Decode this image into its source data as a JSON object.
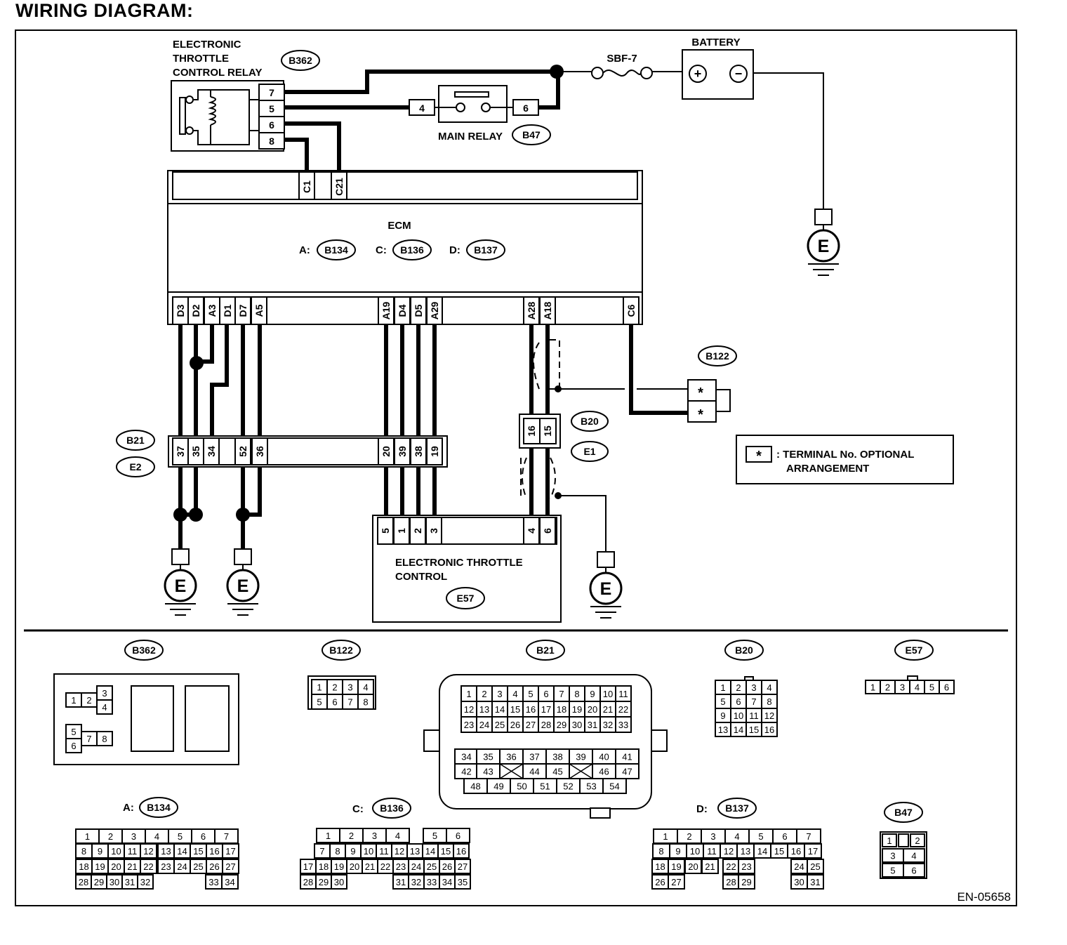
{
  "title": "WIRING DIAGRAM:",
  "footer_code": "EN-05658",
  "relay": {
    "name_lines": [
      "ELECTRONIC",
      "THROTTLE",
      "CONTROL RELAY"
    ],
    "connector": "B362",
    "pins": [
      "7",
      "5",
      "6",
      "8"
    ]
  },
  "main_relay": {
    "name": "MAIN RELAY",
    "connector": "B47",
    "pins": [
      "4",
      "6"
    ]
  },
  "fuse": {
    "name": "SBF-7"
  },
  "battery": {
    "name": "BATTERY",
    "plus": "+",
    "minus": "−"
  },
  "ground_symbol": "E",
  "ecm": {
    "name": "ECM",
    "top_pins": [
      "C1",
      "C21"
    ],
    "connectors": [
      {
        "prefix": "A:",
        "id": "B134"
      },
      {
        "prefix": "C:",
        "id": "B136"
      },
      {
        "prefix": "D:",
        "id": "B137"
      }
    ],
    "bottom_pins_left": [
      "D3",
      "D2",
      "A3",
      "D1",
      "D7",
      "A5"
    ],
    "bottom_pins_mid": [
      "A19",
      "D4",
      "D5",
      "A29"
    ],
    "bottom_pins_right": [
      "A28",
      "A18"
    ],
    "bottom_pin_c6": "C6"
  },
  "b122": {
    "id": "B122",
    "pins": [
      "*",
      "*"
    ]
  },
  "b21_joint": {
    "ids": [
      "B21",
      "E2"
    ],
    "pins_left": [
      "37",
      "35",
      "34",
      "52",
      "36"
    ],
    "pins_right": [
      "20",
      "39",
      "38",
      "19"
    ]
  },
  "b20_joint": {
    "ids": [
      "B20",
      "E1"
    ],
    "pins": [
      "16",
      "15"
    ]
  },
  "etc": {
    "name_lines": [
      "ELECTRONIC THROTTLE",
      "CONTROL"
    ],
    "connector": "E57",
    "pins_left": [
      "5",
      "1",
      "2",
      "3"
    ],
    "pins_right": [
      "4",
      "6"
    ]
  },
  "legend": {
    "symbol": "*",
    "text_lines": [
      ": TERMINAL No. OPTIONAL",
      "ARRANGEMENT"
    ]
  },
  "connector_views": {
    "b362": {
      "id": "B362",
      "cells": [
        "1",
        "2",
        "3",
        "4",
        "5",
        "6",
        "7",
        "8"
      ]
    },
    "b122": {
      "id": "B122",
      "cells": [
        "1",
        "2",
        "3",
        "4",
        "5",
        "6",
        "7",
        "8"
      ]
    },
    "b21": {
      "id": "B21",
      "rows": [
        [
          "1",
          "2",
          "3",
          "4",
          "5",
          "6",
          "7",
          "8",
          "9",
          "10",
          "11"
        ],
        [
          "12",
          "13",
          "14",
          "15",
          "16",
          "17",
          "18",
          "19",
          "20",
          "21",
          "22"
        ],
        [
          "23",
          "24",
          "25",
          "26",
          "27",
          "28",
          "29",
          "30",
          "31",
          "32",
          "33"
        ],
        [
          "34",
          "35",
          "36",
          "37",
          "38",
          "39",
          "40",
          "41"
        ],
        [
          "42",
          "43",
          "",
          "44",
          "45",
          "",
          "46",
          "47"
        ],
        [
          "48",
          "49",
          "50",
          "51",
          "52",
          "53",
          "54"
        ]
      ]
    },
    "b20": {
      "id": "B20",
      "rows": [
        [
          "1",
          "2",
          "3",
          "4"
        ],
        [
          "5",
          "6",
          "7",
          "8"
        ],
        [
          "9",
          "10",
          "11",
          "12"
        ],
        [
          "13",
          "14",
          "15",
          "16"
        ]
      ]
    },
    "e57": {
      "id": "E57",
      "cells": [
        "1",
        "2",
        "3",
        "4",
        "5",
        "6"
      ]
    },
    "b134": {
      "prefix": "A:",
      "id": "B134",
      "rows": [
        [
          "1",
          "2",
          "3",
          "4",
          "5",
          "6",
          "7"
        ],
        [
          "8",
          "9",
          "10",
          "11",
          "12",
          "13",
          "14",
          "15",
          "16",
          "17"
        ],
        [
          "18",
          "19",
          "20",
          "21",
          "22",
          "23",
          "24",
          "25",
          "26",
          "27"
        ],
        [
          "28",
          "29",
          "30",
          "31",
          "32",
          "33",
          "34"
        ]
      ]
    },
    "b136": {
      "prefix": "C:",
      "id": "B136",
      "rows": [
        [
          "1",
          "2",
          "3",
          "4",
          "5",
          "6"
        ],
        [
          "7",
          "8",
          "9",
          "10",
          "11",
          "12",
          "13",
          "14",
          "15",
          "16"
        ],
        [
          "17",
          "18",
          "19",
          "20",
          "21",
          "22",
          "23",
          "24",
          "25",
          "26",
          "27"
        ],
        [
          "28",
          "29",
          "30",
          "31",
          "32",
          "33",
          "34",
          "35"
        ]
      ]
    },
    "b137": {
      "prefix": "D:",
      "id": "B137",
      "rows": [
        [
          "1",
          "2",
          "3",
          "4",
          "5",
          "6",
          "7"
        ],
        [
          "8",
          "9",
          "10",
          "11",
          "12",
          "13",
          "14",
          "15",
          "16",
          "17"
        ],
        [
          "18",
          "19",
          "20",
          "21",
          "22",
          "23",
          "24",
          "25"
        ],
        [
          "26",
          "27",
          "28",
          "29",
          "30",
          "31"
        ]
      ]
    },
    "b47": {
      "id": "B47",
      "cells": [
        "1",
        "2",
        "3",
        "4",
        "5",
        "6"
      ]
    }
  }
}
